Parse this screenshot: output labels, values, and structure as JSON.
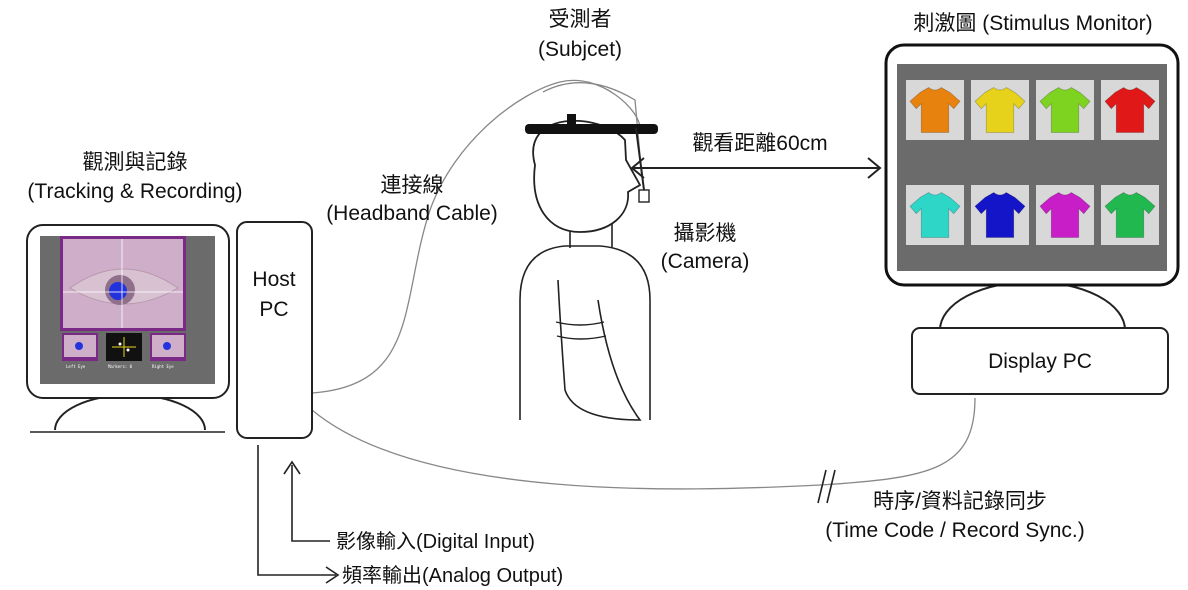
{
  "labels": {
    "subject_cn": "受測者",
    "subject_en": "(Subjcet)",
    "stimulus": "刺激圖 (Stimulus Monitor)",
    "tracking_cn": "觀測與記錄",
    "tracking_en": "(Tracking & Recording)",
    "cable_cn": "連接線",
    "cable_en": "(Headband Cable)",
    "distance": "觀看距離60cm",
    "camera_cn": "攝影機",
    "camera_en": "(Camera)",
    "host_pc_line1": "Host",
    "host_pc_line2": "PC",
    "display_pc": "Display PC",
    "sync_cn": "時序/資料記錄同步",
    "sync_en": "(Time Code / Record Sync.)",
    "digital_input": "影像輸入(Digital Input)",
    "analog_output": "頻率輸出(Analog Output)"
  },
  "stimulus_tshirts": [
    {
      "color": "#e8820e"
    },
    {
      "color": "#e6d21a"
    },
    {
      "color": "#7ed321"
    },
    {
      "color": "#e01818"
    },
    {
      "color": "#2ed6c8"
    },
    {
      "color": "#1414c8"
    },
    {
      "color": "#c81ec8"
    },
    {
      "color": "#22b850"
    }
  ],
  "tracker_screen": {
    "thumb_labels": [
      "Left Eye",
      "Markers: 0",
      "Right Eye"
    ]
  },
  "colors": {
    "screen_gray": "#6b6b6b",
    "eye_frame": "#7a2a86",
    "pupil": "#2233dd"
  }
}
